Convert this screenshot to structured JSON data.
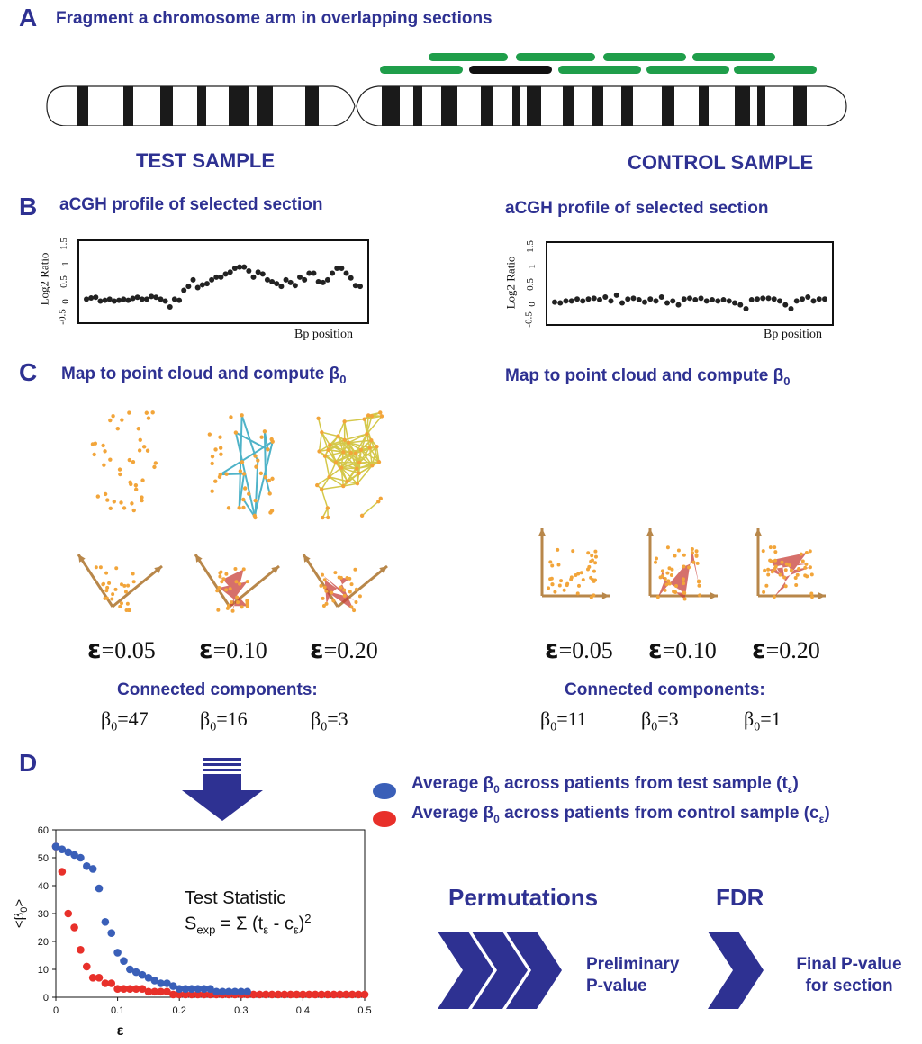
{
  "panel_a": {
    "letter": "A",
    "title": "Fragment a chromosome arm in overlapping sections"
  },
  "test_label": "TEST SAMPLE",
  "control_label": "CONTROL SAMPLE",
  "panel_b": {
    "letter": "B",
    "test_title": "aCGH profile of selected section",
    "control_title": "aCGH profile of selected section",
    "ylabel": "Log2 Ratio",
    "xlabel": "Bp position",
    "yticks": [
      "1.5",
      "1",
      "0.5",
      "0",
      "-0.5"
    ]
  },
  "panel_c": {
    "letter": "C",
    "test_title": "Map to point cloud and compute β",
    "control_title": "Map to point cloud and compute β",
    "sub0": "0",
    "eps_symbol": "ε",
    "test_eps": [
      "=0.05",
      "=0.10",
      "=0.20"
    ],
    "control_eps": [
      "=0.05",
      "=0.10",
      "=0.20"
    ],
    "cc_label_test": "Connected components:",
    "cc_label_control": "Connected components:",
    "beta_symbol": "β",
    "test_betas": [
      "=47",
      "=16",
      "=3"
    ],
    "control_betas": [
      "=11",
      "=3",
      "=1"
    ]
  },
  "panel_d": {
    "letter": "D",
    "legend": {
      "test_text": "Average β",
      "test_tail": " across patients from test sample (t",
      "control_text": "Average β",
      "control_tail": " across patients from control sample (c",
      "test_color": "#3a5fb8",
      "control_color": "#e8302a"
    },
    "stat_title": "Test Statistic",
    "stat_formula_s": "S",
    "stat_formula_sub": "exp",
    "stat_formula_rest": " = Σ (t",
    "stat_formula_mid": " - c",
    "stat_formula_end": ")",
    "stat_formula_sup": "2",
    "permutations": "Permutations",
    "fdr": "FDR",
    "preliminary_line1": "Preliminary",
    "preliminary_line2": "P-value",
    "final_line1": "Final P-value",
    "final_line2": "for section"
  },
  "profile_test": [
    0.05,
    0.08,
    0.1,
    0.0,
    0.02,
    0.05,
    0.0,
    0.02,
    0.05,
    0.02,
    0.07,
    0.1,
    0.05,
    0.05,
    0.12,
    0.1,
    0.05,
    0.0,
    -0.15,
    0.05,
    0.02,
    0.28,
    0.38,
    0.55,
    0.35,
    0.42,
    0.45,
    0.55,
    0.62,
    0.62,
    0.7,
    0.75,
    0.85,
    0.88,
    0.88,
    0.78,
    0.62,
    0.75,
    0.7,
    0.55,
    0.5,
    0.45,
    0.38,
    0.55,
    0.48,
    0.4,
    0.62,
    0.55,
    0.72,
    0.72,
    0.5,
    0.48,
    0.55,
    0.72,
    0.85,
    0.85,
    0.72,
    0.6,
    0.4,
    0.38
  ],
  "profile_control": [
    0.02,
    0.0,
    0.05,
    0.05,
    0.1,
    0.05,
    0.1,
    0.12,
    0.08,
    0.15,
    0.05,
    0.2,
    0.0,
    0.1,
    0.12,
    0.08,
    0.02,
    0.1,
    0.05,
    0.15,
    0.0,
    0.05,
    -0.05,
    0.1,
    0.12,
    0.08,
    0.12,
    0.05,
    0.08,
    0.05,
    0.08,
    0.05,
    0.0,
    -0.05,
    -0.15,
    0.08,
    0.1,
    0.12,
    0.12,
    0.1,
    0.05,
    -0.05,
    -0.15,
    0.05,
    0.1,
    0.15,
    0.05,
    0.1,
    0.1
  ],
  "chart_data": {
    "type": "scatter",
    "xlabel": "ε",
    "ylabel": "<β",
    "ylabel_sub": "0",
    "ylabel_end": ">",
    "xlim": [
      0,
      0.5
    ],
    "ylim": [
      0,
      60
    ],
    "xticks": [
      0,
      0.1,
      0.2,
      0.3,
      0.4,
      0.5
    ],
    "xtick_labels": [
      "0",
      "0.1",
      "0.2",
      "0.3",
      "0.4",
      "0.5"
    ],
    "yticks": [
      0,
      10,
      20,
      30,
      40,
      50,
      60
    ],
    "series": [
      {
        "color": "#3a5fb8",
        "x": [
          0,
          0.01,
          0.02,
          0.03,
          0.04,
          0.05,
          0.06,
          0.07,
          0.08,
          0.09,
          0.1,
          0.11,
          0.12,
          0.13,
          0.14,
          0.15,
          0.16,
          0.17,
          0.18,
          0.19,
          0.2,
          0.21,
          0.22,
          0.23,
          0.24,
          0.25,
          0.26,
          0.27,
          0.28,
          0.29,
          0.3,
          0.31
        ],
        "y": [
          54,
          53,
          52,
          51,
          50,
          47,
          46,
          39,
          27,
          23,
          16,
          13,
          10,
          9,
          8,
          7,
          6,
          5,
          5,
          4,
          3,
          3,
          3,
          3,
          3,
          3,
          2,
          2,
          2,
          2,
          2,
          2
        ]
      },
      {
        "color": "#e8302a",
        "x": [
          0,
          0.01,
          0.02,
          0.03,
          0.04,
          0.05,
          0.06,
          0.07,
          0.08,
          0.09,
          0.1,
          0.11,
          0.12,
          0.13,
          0.14,
          0.15,
          0.16,
          0.17,
          0.18,
          0.19,
          0.2,
          0.21,
          0.22,
          0.23,
          0.24,
          0.25,
          0.26,
          0.27,
          0.28,
          0.29,
          0.3,
          0.31,
          0.32,
          0.33,
          0.34,
          0.35,
          0.36,
          0.37,
          0.38,
          0.39,
          0.4,
          0.41,
          0.42,
          0.43,
          0.44,
          0.45,
          0.46,
          0.47,
          0.48,
          0.49,
          0.5
        ],
        "y": [
          54,
          45,
          30,
          25,
          17,
          11,
          7,
          7,
          5,
          5,
          3,
          3,
          3,
          3,
          3,
          2,
          2,
          2,
          2,
          1,
          1,
          1,
          1,
          1,
          1,
          1,
          1,
          1,
          1,
          1,
          1,
          1,
          1,
          1,
          1,
          1,
          1,
          1,
          1,
          1,
          1,
          1,
          1,
          1,
          1,
          1,
          1,
          1,
          1,
          1,
          1
        ]
      }
    ]
  }
}
